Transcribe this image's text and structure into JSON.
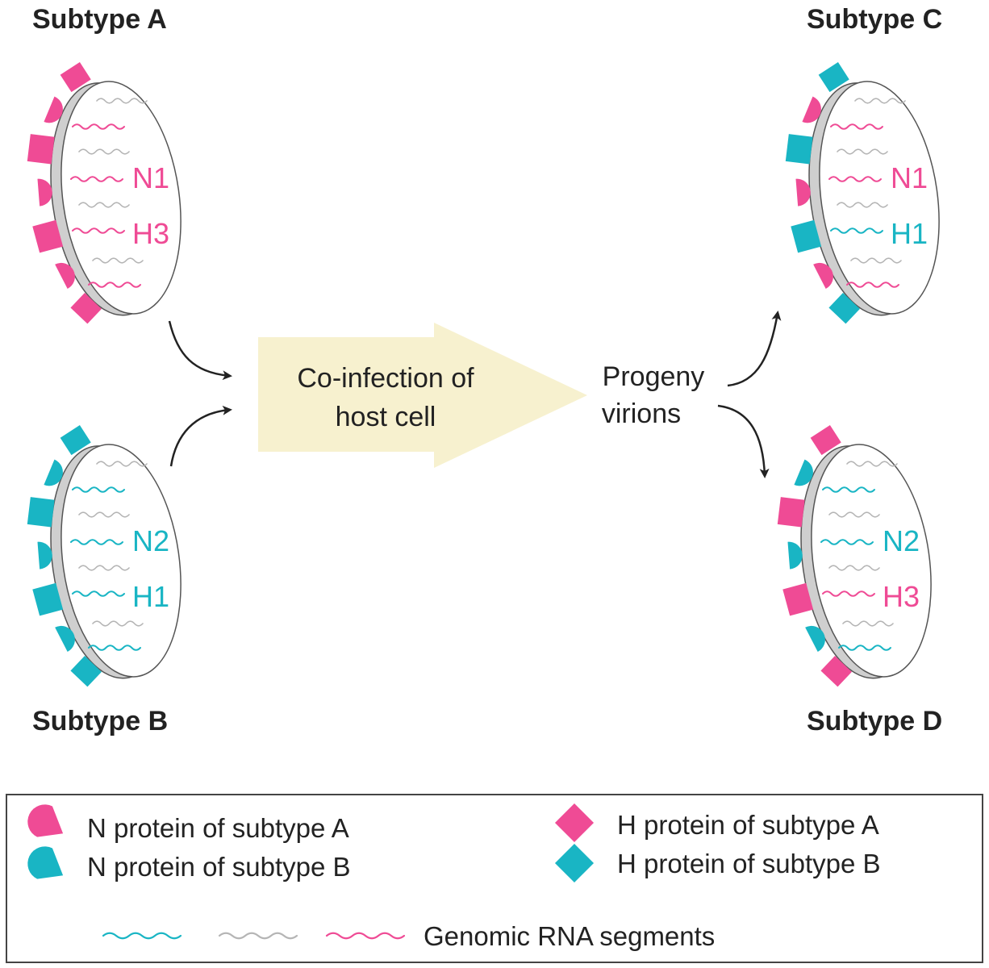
{
  "colors": {
    "subtype_a": "#ef4b95",
    "subtype_b": "#19b5c4",
    "neutral_segment": "#b5b5b5",
    "arrow_fill": "#f7f1cf",
    "text": "#222222",
    "membrane": "#cfcfcf"
  },
  "virions": [
    {
      "key": "a",
      "title": "Subtype A",
      "n_label": "N1",
      "h_label": "H3",
      "n_label_subtype": "a",
      "h_label_subtype": "a",
      "n_protein_subtype": "a",
      "h_protein_subtype": "a",
      "segment_subtypes": [
        "n",
        "a",
        "n",
        "a",
        "n",
        "a",
        "n",
        "a"
      ]
    },
    {
      "key": "b",
      "title": "Subtype B",
      "n_label": "N2",
      "h_label": "H1",
      "n_label_subtype": "b",
      "h_label_subtype": "b",
      "n_protein_subtype": "b",
      "h_protein_subtype": "b",
      "segment_subtypes": [
        "n",
        "b",
        "n",
        "b",
        "n",
        "b",
        "n",
        "b"
      ]
    },
    {
      "key": "c",
      "title": "Subtype C",
      "n_label": "N1",
      "h_label": "H1",
      "n_label_subtype": "a",
      "h_label_subtype": "b",
      "n_protein_subtype": "a",
      "h_protein_subtype": "b",
      "segment_subtypes": [
        "n",
        "a",
        "n",
        "a",
        "n",
        "b",
        "n",
        "a"
      ]
    },
    {
      "key": "d",
      "title": "Subtype D",
      "n_label": "N2",
      "h_label": "H3",
      "n_label_subtype": "b",
      "h_label_subtype": "a",
      "n_protein_subtype": "b",
      "h_protein_subtype": "a",
      "segment_subtypes": [
        "n",
        "b",
        "n",
        "b",
        "n",
        "a",
        "n",
        "b"
      ]
    }
  ],
  "process": {
    "coinfection_line1": "Co-infection of",
    "coinfection_line2": "host cell",
    "progeny_line1": "Progeny",
    "progeny_line2": "virions"
  },
  "legend": {
    "n_protein_a": "N protein of subtype A",
    "n_protein_b": "N protein of subtype B",
    "h_protein_a": "H protein of subtype A",
    "h_protein_b": "H protein of subtype B",
    "rna_segments": "Genomic RNA segments"
  }
}
